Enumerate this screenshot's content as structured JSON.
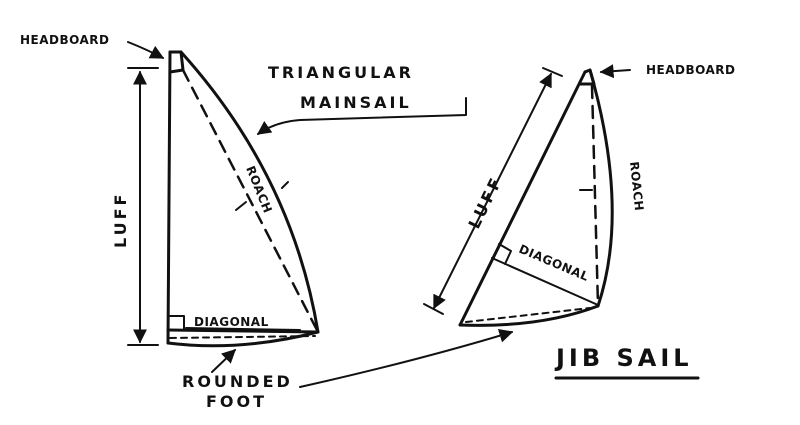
{
  "diagram": {
    "mainsail": {
      "headboard": "HEADBOARD",
      "title_line1": "TRIANGULAR",
      "title_line2": "MAINSAIL",
      "luff": "LUFF",
      "roach": "ROACH",
      "diagonal": "DIAGONAL",
      "foot_line1": "ROUNDED",
      "foot_line2": "FOOT"
    },
    "jib": {
      "headboard": "HEADBOARD",
      "luff": "LUFF",
      "roach": "ROACH",
      "diagonal": "DIAGONAL",
      "title": "JIB SAIL"
    }
  }
}
